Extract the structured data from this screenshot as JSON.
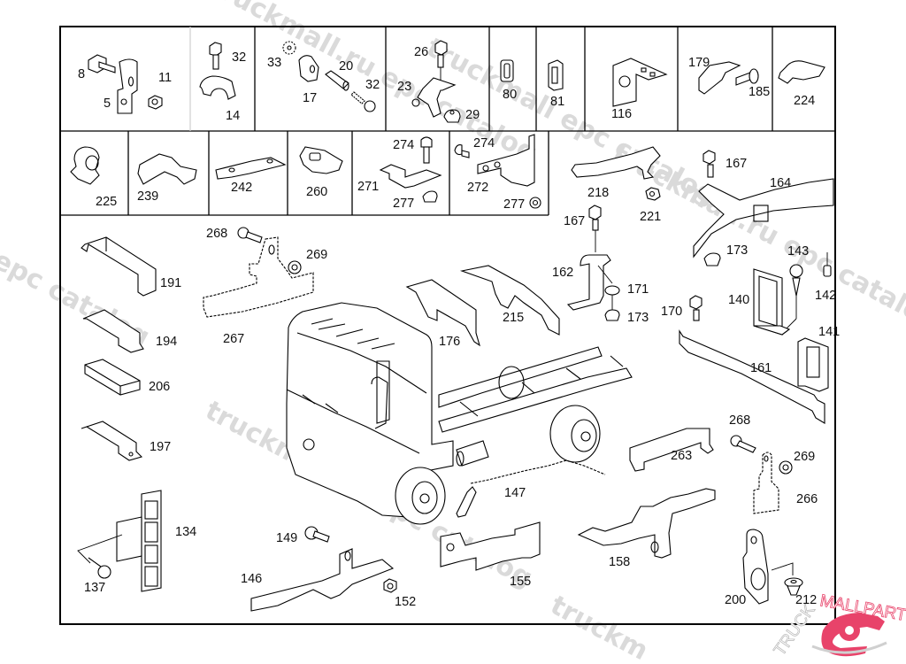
{
  "diagram": {
    "type": "exploded-parts-diagram",
    "subject": "truck cab and chassis brackets / holders",
    "watermarks": [
      "truckmall.ru epc catalog",
      "truckmall epc catalog",
      "epc catalog",
      "catalog",
      "truckmall.ru epc catalog",
      "truckm"
    ],
    "logo": {
      "text_left": "TRUCK",
      "text_right": "MALLPARTS",
      "color": "#e8436a"
    },
    "header_cells": [
      {
        "id": "cell-1",
        "callouts": [
          "8",
          "11",
          "5"
        ]
      },
      {
        "id": "cell-2",
        "callouts": [
          "32",
          "14"
        ]
      },
      {
        "id": "cell-3",
        "callouts": [
          "33",
          "20",
          "17",
          "32"
        ]
      },
      {
        "id": "cell-4",
        "callouts": [
          "26",
          "23",
          "29"
        ]
      },
      {
        "id": "cell-5",
        "callouts": [
          "80"
        ]
      },
      {
        "id": "cell-6",
        "callouts": [
          "81"
        ]
      },
      {
        "id": "cell-7",
        "callouts": [
          "116"
        ]
      },
      {
        "id": "cell-8",
        "callouts": [
          "179",
          "185"
        ]
      },
      {
        "id": "cell-9",
        "callouts": [
          "224"
        ]
      },
      {
        "id": "cell-10",
        "callouts": [
          "225"
        ]
      },
      {
        "id": "cell-11",
        "callouts": [
          "239"
        ]
      },
      {
        "id": "cell-12",
        "callouts": [
          "242"
        ]
      },
      {
        "id": "cell-13",
        "callouts": [
          "260"
        ]
      },
      {
        "id": "cell-14",
        "callouts": [
          "274",
          "271",
          "277"
        ]
      },
      {
        "id": "cell-15",
        "callouts": [
          "274",
          "272",
          "277"
        ]
      }
    ],
    "callouts": {
      "c8": "8",
      "c5": "5",
      "c11": "11",
      "c32a": "32",
      "c14": "14",
      "c33": "33",
      "c20": "20",
      "c17": "17",
      "c32b": "32",
      "c26": "26",
      "c23": "23",
      "c29": "29",
      "c80": "80",
      "c81": "81",
      "c116": "116",
      "c179": "179",
      "c185": "185",
      "c224": "224",
      "c225": "225",
      "c239": "239",
      "c242": "242",
      "c260": "260",
      "c274a": "274",
      "c271": "271",
      "c277a": "277",
      "c274b": "274",
      "c272": "272",
      "c277b": "277",
      "c218": "218",
      "c221": "221",
      "c167a": "167",
      "c164": "164",
      "c167b": "167",
      "c162": "162",
      "c171": "171",
      "c173a": "173",
      "c173b": "173",
      "c143": "143",
      "c142": "142",
      "c140": "140",
      "c170": "170",
      "c141": "141",
      "c161": "161",
      "c268a": "268",
      "c269a": "269",
      "c267": "267",
      "c191": "191",
      "c194": "194",
      "c206": "206",
      "c197": "197",
      "c176": "176",
      "c215": "215",
      "c263": "263",
      "c268b": "268",
      "c269b": "269",
      "c266": "266",
      "c147": "147",
      "c134": "134",
      "c137": "137",
      "c149": "149",
      "c146": "146",
      "c152": "152",
      "c155": "155",
      "c158": "158",
      "c200": "200",
      "c212": "212"
    }
  }
}
